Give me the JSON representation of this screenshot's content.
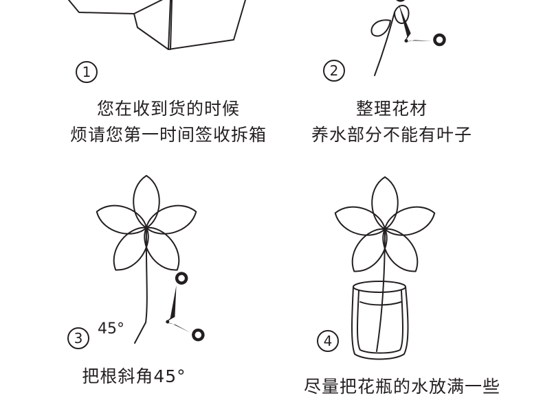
{
  "steps": [
    {
      "number": "1",
      "lines": [
        "您在收到货的时候",
        "烦请您第一时间签收拆箱"
      ]
    },
    {
      "number": "2",
      "lines": [
        "整理花材",
        "养水部分不能有叶子"
      ]
    },
    {
      "number": "3",
      "lines": [
        "把根斜角45°"
      ],
      "angle_label": "45°"
    },
    {
      "number": "4",
      "lines": [
        "尽量把花瓶的水放满一些"
      ]
    }
  ],
  "colors": {
    "ink": "#231f20",
    "background": "#ffffff"
  },
  "icons": [
    "box-icon",
    "stem-icon",
    "scissors-icon",
    "flower-icon",
    "vase-icon"
  ]
}
